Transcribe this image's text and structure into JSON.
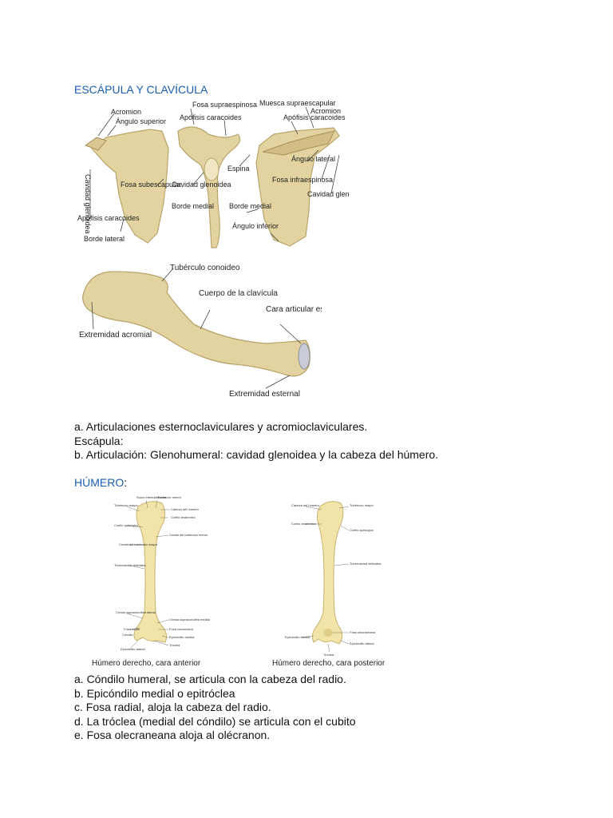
{
  "sections": {
    "scapula_heading": "ESCÁPULA Y CLAVÍCULA",
    "humerus_heading": "HÚMERO",
    "humerus_colon": ":"
  },
  "scapula_figure": {
    "labels": {
      "acromion_left": "Acromion",
      "angulo_superior": "Ángulo superior",
      "fosa_supraespinosa": "Fosa supraespinosa",
      "apofisis_coracoides_top": "Apófisis caracoides",
      "muesca_supraescapular": "Muesca supraescapular",
      "acromion_right": "Acromion",
      "apofisis_coracoides_right": "Apófisis caracoides",
      "cavidad_glenoidea_vertical": "Cavidad glenoidea",
      "fosa_subescapular": "Fosa subescapular",
      "cavidad_glenoidea_mid": "Cavidad glenoidea",
      "espina": "Espina",
      "angulo_lateral": "Ángulo lateral",
      "fosa_infraespinosa": "Fosa infraespinosa",
      "cavidad_glenoidea_right": "Cavidad glenoidea",
      "borde_medial_mid": "Borde medial",
      "borde_medial_right": "Borde medial",
      "angulo_inferior": "Ángulo inferior",
      "apofisis_coracoides_left": "Apófisis caracoides",
      "borde_lateral": "Borde lateral"
    }
  },
  "clavicle_figure": {
    "labels": {
      "tuberculo_conoideo": "Tubérculo conoideo",
      "cuerpo_clavicula": "Cuerpo de la clavícula",
      "cara_articular_esternal": "Cara articular esternal",
      "extremidad_acromial": "Extremidad acromial",
      "extremidad_esternal": "Extremidad esternal"
    }
  },
  "paragraph_1": {
    "lines": [
      "a. Articulaciones esternoclaviculares y acromioclaviculares.",
      "Escápula:",
      "b. Articulación: Glenohumeral: cavidad glenoidea y la cabeza del húmero."
    ]
  },
  "humerus_figure": {
    "caption_anterior": "Húmero derecho, cara anterior",
    "caption_posterior": "Húmero derecho, cara posterior",
    "anterior_labels": [
      "Surco intertubercular",
      "Tubérculo menor",
      "Tubérculo mayor",
      "Cabeza del húmero",
      "Cuello anatómico",
      "Cuello quirúrgico",
      "Cresta del tubérculo menor",
      "Cresta del tubérculo mayor",
      "Tuberosidad deltoidea",
      "Cresta supracondílea lateral",
      "Fosa radial",
      "Epicóndilo lateral",
      "Cóndilo",
      "Cresta supracondílea medial",
      "Fosa coronoidea",
      "Epicóndilo medial",
      "Tróclea"
    ],
    "posterior_labels": [
      "Cabeza del húmero",
      "Tubérculo mayor",
      "Cuello anatómico",
      "Cuello quirúrgico",
      "Tuberosidad deltoidea",
      "Fosa olecraneana",
      "Epicóndilo medial",
      "Epicóndilo lateral",
      "Tróclea"
    ]
  },
  "paragraph_2": {
    "lines": [
      "a. Cóndilo humeral, se articula con la cabeza del radio.",
      "b. Epicóndilo medial o epitróclea",
      "c. Fosa radial, aloja la cabeza del radio.",
      "d. La tróclea (medial del cóndilo) se articula con el cubito",
      "e. Fosa olecraneana aloja al olécranon."
    ]
  },
  "colors": {
    "heading_blue": "#1a5fb4",
    "bone": "#e3d3a0",
    "bone_shadow": "#b9a46b",
    "humerus_bone": "#f2e4a8"
  }
}
